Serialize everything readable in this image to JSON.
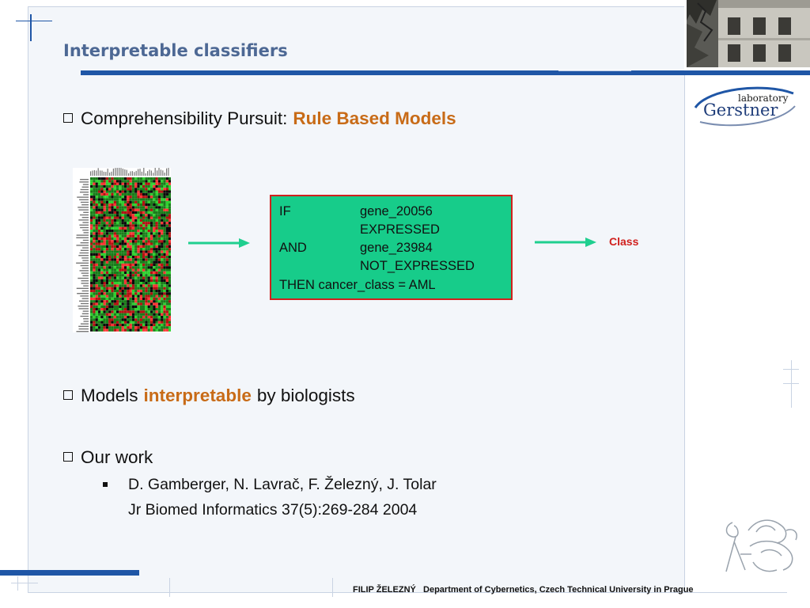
{
  "slide": {
    "title": "Interpretable classifiers",
    "bullets": [
      {
        "text": "Comprehensibility Pursuit:",
        "highlight": "Rule Based Models"
      },
      {
        "text_before": "Models",
        "highlight": "interpretable",
        "text_after": "by biologists"
      },
      {
        "text": "Our work"
      }
    ],
    "sub_bullets": [
      {
        "line1": "D. Gamberger, N. Lavrač, F. Železný, J. Tolar",
        "line2": "Jr Biomed Informatics 37(5):269-284 2004"
      }
    ]
  },
  "rule": {
    "if_kw": "IF",
    "if_val_1": "gene_20056",
    "if_val_2": "EXPRESSED",
    "and_kw": "AND",
    "and_val_1": "gene_23984",
    "and_val_2": "NOT_EXPRESSED",
    "then_line": "THEN cancer_class =  AML"
  },
  "class_label": "Class",
  "logo": {
    "top": "laboratory",
    "name": "Gerstner"
  },
  "footer": {
    "author": "FILIP ŽELEZNÝ",
    "dept": "Department of Cybernetics, Czech Technical University in Prague"
  },
  "colors": {
    "accent": "#1f56a6",
    "highlight": "#c86b17",
    "rule_fill": "#17cc8a",
    "rule_border": "#d0201d",
    "arrow": "#1fcf8f"
  },
  "icons": [
    "checkbox-bullet-icon",
    "square-bullet-icon",
    "right-arrow-icon",
    "heatmap-image",
    "building-photo",
    "gerstner-logo",
    "czech-lion-emblem"
  ]
}
